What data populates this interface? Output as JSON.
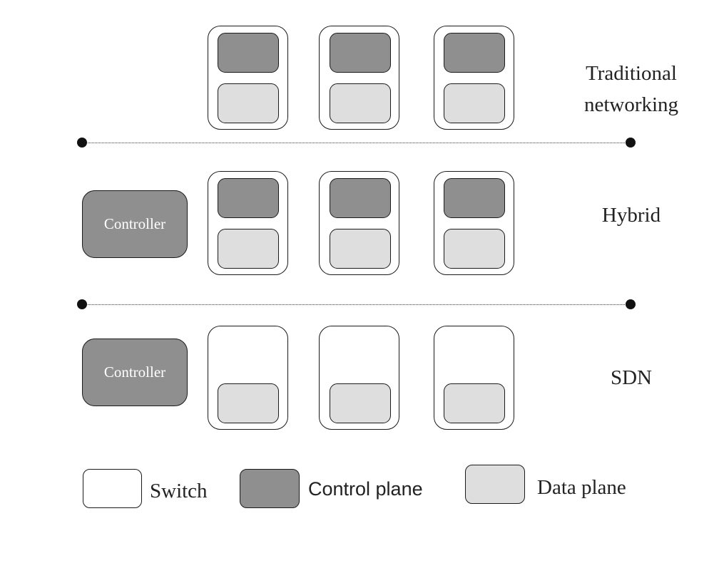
{
  "rows": [
    {
      "label_line1": "Traditional",
      "label_line2": "networking",
      "has_controller": false,
      "switch_planes": [
        "control",
        "data"
      ]
    },
    {
      "label": "Hybrid",
      "has_controller": true,
      "switch_planes": [
        "control",
        "data"
      ]
    },
    {
      "label": "SDN",
      "has_controller": true,
      "switch_planes": [
        "data"
      ]
    }
  ],
  "controller_label": "Controller",
  "legend": {
    "switch": "Switch",
    "control_plane": "Control plane",
    "data_plane": "Data plane"
  },
  "colors": {
    "control_plane": "#8f8f8f",
    "data_plane": "#dedede",
    "switch": "#ffffff",
    "controller_text": "#ffffff"
  }
}
